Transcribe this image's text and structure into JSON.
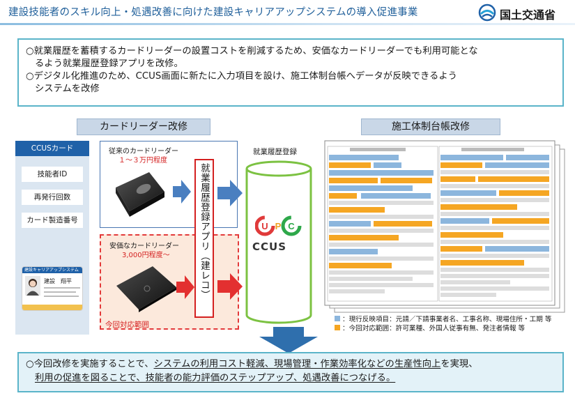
{
  "header": {
    "title": "建設技能者のスキル向上・処遇改善に向けた建設キャリアアップシステムの導入促進事業",
    "ministry": "国土交通省",
    "accent_color": "#1f5f9a"
  },
  "summary": {
    "line1": "○就業履歴を蓄積するカードリーダーの設置コストを削減するため、安価なカードリーダーでも利用可能とな",
    "line2": "るよう就業履歴登録アプリを改修。",
    "line3": "○デジタル化推進のため、CCUS画面に新たに入力項目を設け、施工体制台帳へデータが反映できるよう",
    "line4": "システムを改修"
  },
  "sections": {
    "card_reader": "カードリーダー改修",
    "sekou": "施工体制台帳改修"
  },
  "ccus_card": {
    "title": "CCUSカード",
    "items": [
      "技能者ID",
      "再発行回数",
      "カード製造番号"
    ],
    "card_header": "建設キャリアアップシステム",
    "card_name": "建設　翔平"
  },
  "old_reader": {
    "label": "従来のカードリーダー",
    "price": "１～３万円程度"
  },
  "new_reader": {
    "label": "安価なカードリーダー",
    "price": "3,000円程度～",
    "scope": "今回対応範囲"
  },
  "app": {
    "label": "就業履歴登録アプリ（建レコ）"
  },
  "registry": {
    "label": "就業履歴登録",
    "logo_text": "CCUS"
  },
  "legend": {
    "item1": "：現行反映項目：元請／下請事業者名、工事名称、現場住所・工期 等",
    "item2": "：今回対応範囲：許可業種、外国人従事有無、発注者情報 等",
    "color1": "#8cb6dd",
    "color2": "#f5a623"
  },
  "bottom": {
    "p1": "○今回改修を実施することで、",
    "u1": "システムの利用コスト軽減、現場管理・作業効率化などの生産性向上",
    "p2": "を実現、",
    "u2": "利用の促進を図ることで、技能者の能力評価のステップアップ、処遇改善につなげる。"
  }
}
